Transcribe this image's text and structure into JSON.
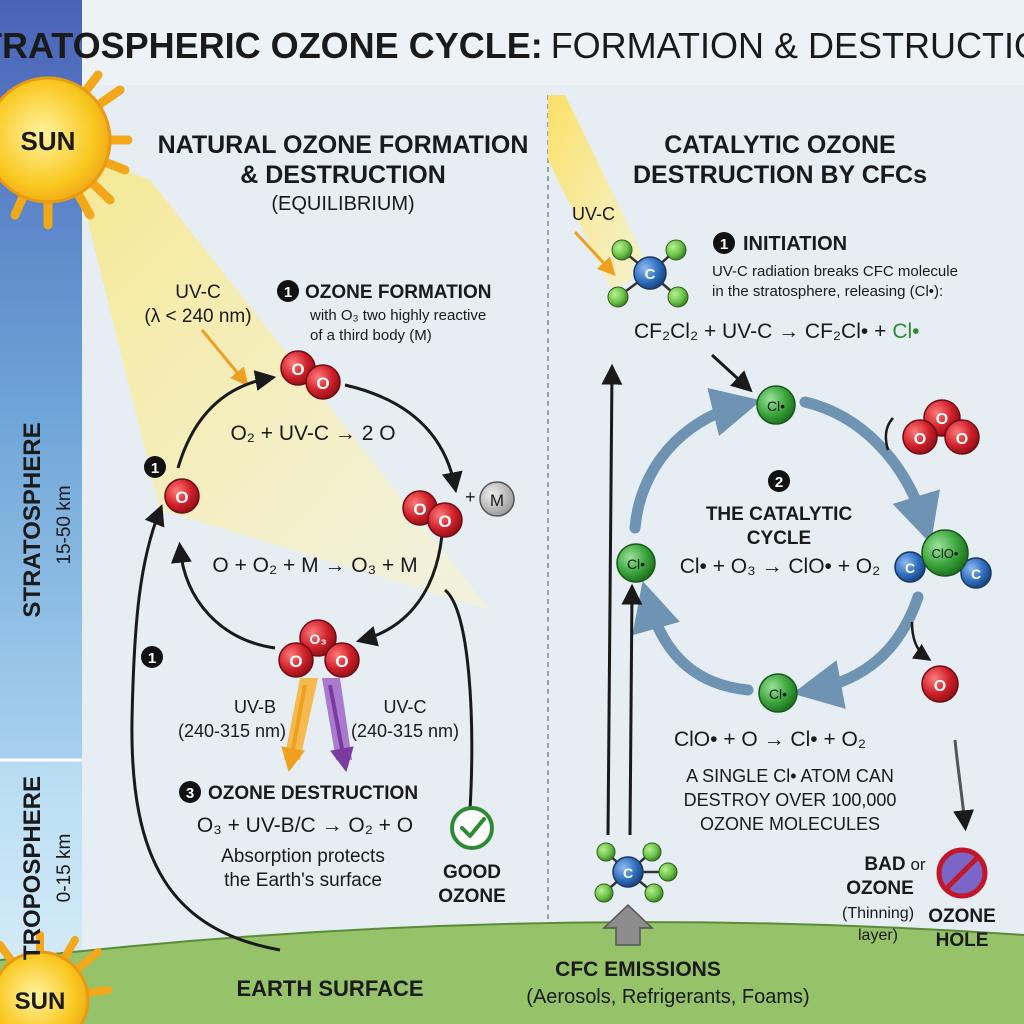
{
  "title": {
    "bold": "STRATOSPHERIC OZONE CYCLE:",
    "rest": "FORMATION & DESTRUCTION"
  },
  "sun_top": "SUN",
  "sun_bottom": "SUN",
  "layers": {
    "stratosphere": "STRATOSPHERE",
    "stratosphere_range": "15-50 km",
    "troposphere": "TROPOSPHERE",
    "troposphere_range": "0-15 km"
  },
  "left": {
    "heading_1": "NATURAL OZONE FORMATION",
    "heading_2": "& DESTRUCTION",
    "heading_3": "(EQUILIBRIUM)",
    "uvc_label": "UV-C",
    "uvc_wavelength": "(λ < 240 nm)",
    "step1_num": "1",
    "step1_title": "OZONE FORMATION",
    "step1_desc_1": "with O₃ two highly reactive",
    "step1_desc_2": "of a third body (M)",
    "eq1": "O₂ + UV-C → 2 O",
    "eq2": "O + O₂ + M → O₃ + M",
    "marker_a": "1",
    "marker_b": "1",
    "uvb_label": "UV-B",
    "uvb_range": "(240-315 nm)",
    "uvc2_label": "UV-C",
    "uvc2_range": "(240-315 nm)",
    "step3_num": "3",
    "step3_title": "OZONE DESTRUCTION",
    "eq3": "O₃ + UV-B/C → O₂ + O",
    "step3_desc_1": "Absorption protects",
    "step3_desc_2": "the Earth's surface",
    "good_ozone_1": "GOOD",
    "good_ozone_2": "OZONE",
    "earth_surface": "EARTH SURFACE",
    "atom_o": "O",
    "atom_o3": "O₃",
    "plus": "+",
    "m": "M"
  },
  "right": {
    "heading_1": "CATALYTIC OZONE",
    "heading_2": "DESTRUCTION BY CFCs",
    "uvc_label": "UV-C",
    "step1_num": "1",
    "step1_title": "INITIATION",
    "step1_desc_1": "UV-C radiation breaks CFC molecule",
    "step1_desc_2": "in the stratosphere, releasing (Cl•):",
    "eq1_main": "CF₂Cl₂ + UV-C → CF₂Cl• +",
    "eq1_cl": "Cl•",
    "step2_num": "2",
    "step2_title_1": "THE CATALYTIC",
    "step2_title_2": "CYCLE",
    "eq2": "Cl• + O₃ → ClO• + O₂",
    "eq3": "ClO• + O → Cl• + O₂",
    "note_1": "A SINGLE Cl• ATOM CAN",
    "note_2": "DESTROY OVER 100,000",
    "note_3": "OZONE MOLECULES",
    "cl": "Cl•",
    "clo": "ClO•",
    "c": "C",
    "o": "O",
    "bad_ozone_1": "BAD",
    "bad_ozone_2": "OZONE",
    "or": "or",
    "thinning_1": "(Thinning)",
    "thinning_2": "layer)",
    "hole_1": "OZONE",
    "hole_2": "HOLE",
    "cfc_emissions": "CFC EMISSIONS",
    "cfc_sources": "(Aerosols, Refrigerants, Foams)"
  },
  "colors": {
    "oxygen": "#d0202a",
    "chlorine": "#3aa43a",
    "carbon": "#2f6fc0",
    "fluorine": "#6cc34a",
    "arrow_blue": "#6f93b3",
    "sun": "#f7c21e",
    "ground": "#96c26a"
  }
}
